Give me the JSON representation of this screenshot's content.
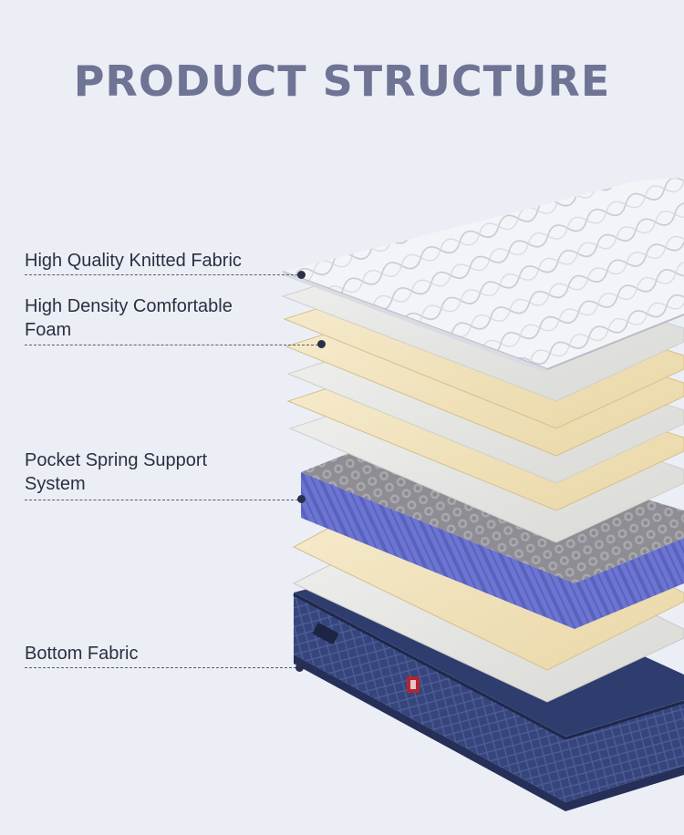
{
  "title": "PRODUCT STRUCTURE",
  "labels": {
    "knitted_fabric": "High Quality Knitted Fabric",
    "foam_line1": "High Density Comfortable",
    "foam_line2": "Foam",
    "spring_line1": "Pocket Spring Support",
    "spring_line2": "System",
    "bottom_fabric": "Bottom Fabric"
  },
  "colors": {
    "background": "#eceef6",
    "title": "#6f7495",
    "label_text": "#2b2f40",
    "leader_dot": "#2a2f4c",
    "fabric_top": "#f3f4f8",
    "foam_cream": "#f1e4c0",
    "foam_grey": "#e6e6e3",
    "spring_blue": "#5b63c2",
    "spring_top_grey": "#9a9a9e",
    "base_navy": "#36457c",
    "logo_red": "#b3262f"
  },
  "icons": {
    "logo": "brand-logo-icon",
    "tag": "label-tag-icon"
  }
}
